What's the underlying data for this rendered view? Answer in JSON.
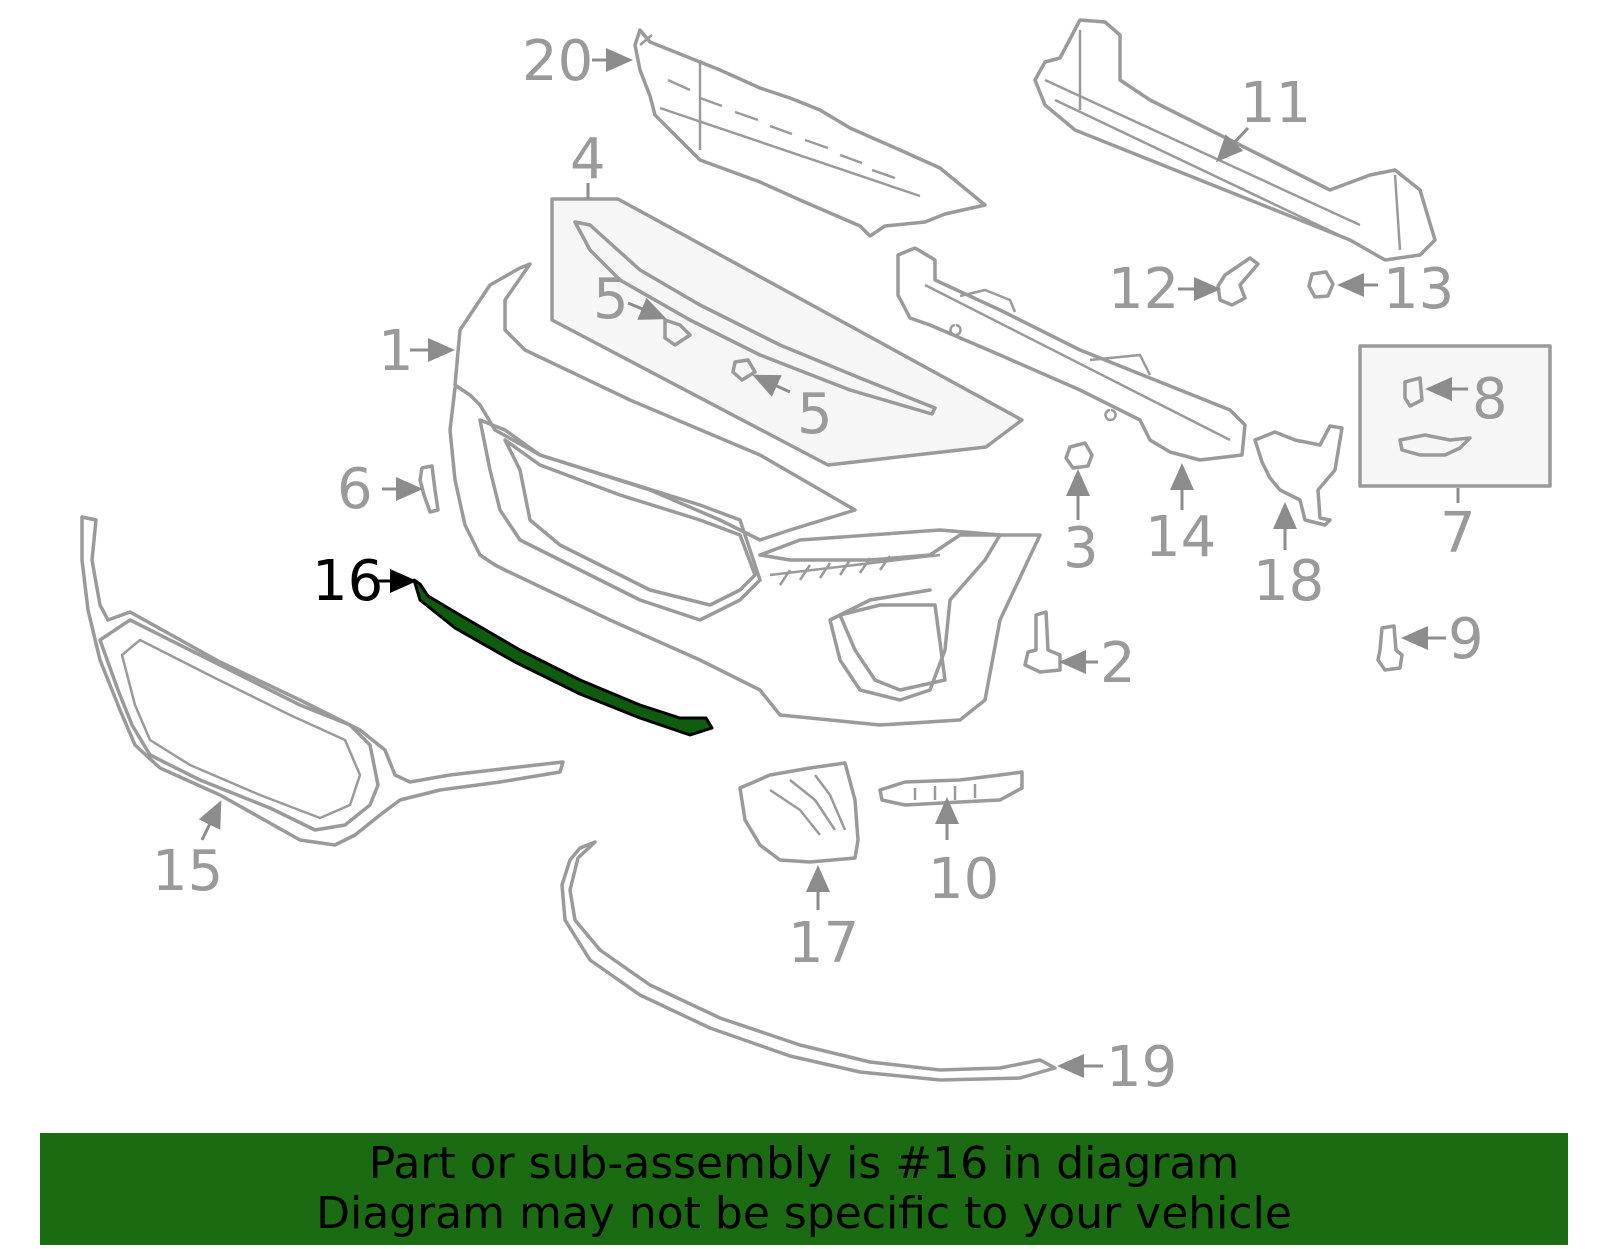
{
  "diagram": {
    "highlighted_part": "16",
    "highlight_color": "#0e5c0e",
    "callouts": {
      "c1": "1",
      "c2": "2",
      "c3": "3",
      "c4": "4",
      "c5a": "5",
      "c5b": "5",
      "c6": "6",
      "c7": "7",
      "c8": "8",
      "c9": "9",
      "c10": "10",
      "c11": "11",
      "c12": "12",
      "c13": "13",
      "c14": "14",
      "c15": "15",
      "c16": "16",
      "c17": "17",
      "c18": "18",
      "c19": "19",
      "c20": "20"
    }
  },
  "banner": {
    "line1": "Part or sub-assembly is #16 in diagram",
    "line2": "Diagram may not be specific to your vehicle",
    "background": "#1a6b12"
  }
}
